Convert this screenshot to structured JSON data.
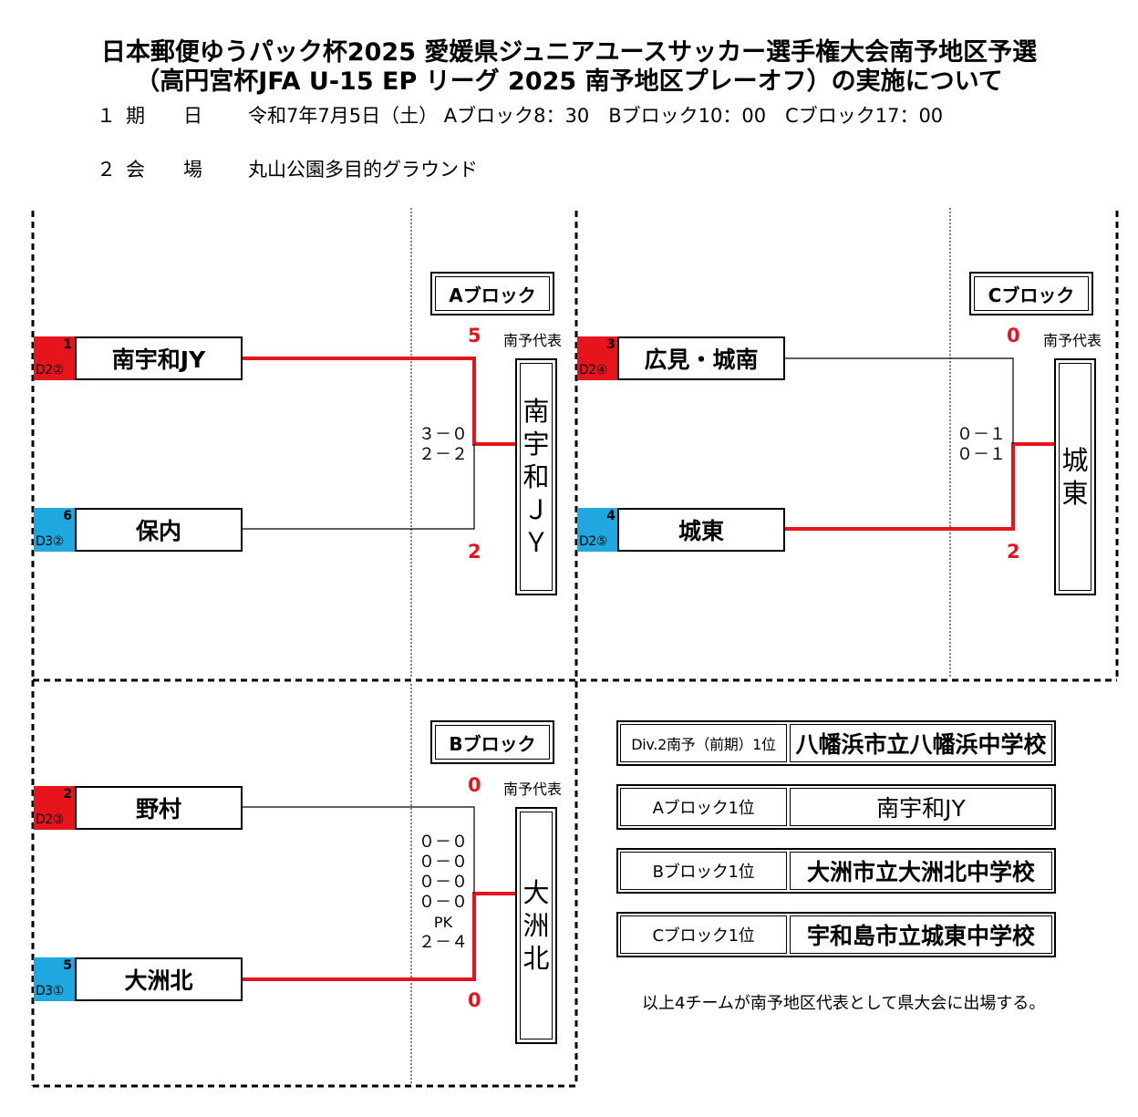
{
  "header": {
    "title_line1": "日本郵便ゆうパック杯2025 愛媛県ジュニアユースサッカー選手権大会南予地区予選",
    "title_line2": "（高円宮杯JFA U-15 EP リーグ 2025 南予地区プレーオフ）の実施について",
    "date_num": "１",
    "date_label": "期　　日",
    "date_value": "令和7年7月5日（土） Aブロック8：30　Bブロック10：00　Cブロック17：00",
    "venue_num": "２",
    "venue_label": "会　　場",
    "venue_value": "丸山公園多目的グラウンド"
  },
  "colors": {
    "win_line": "#e8141c",
    "seed_div2": "#e8141c",
    "seed_div3": "#1fa8df"
  },
  "rep_label": "南予代表",
  "blocks": {
    "A": {
      "label": "Aブロック",
      "top": {
        "seed": "1",
        "division": "D2②",
        "name": "南宇和JY",
        "score": "5"
      },
      "bottom": {
        "seed": "6",
        "division": "D3②",
        "name": "保内",
        "score": "2"
      },
      "periods": [
        "３－０",
        "２－２"
      ],
      "winner_chars": [
        "南",
        "宇",
        "和",
        "Ｊ",
        "Ｙ"
      ]
    },
    "B": {
      "label": "Bブロック",
      "top": {
        "seed": "2",
        "division": "D2③",
        "name": "野村",
        "score": "0"
      },
      "bottom": {
        "seed": "5",
        "division": "D3①",
        "name": "大洲北",
        "score": "0"
      },
      "periods": [
        "０－０",
        "０－０",
        "０－０",
        "０－０",
        "PK",
        "２－４"
      ],
      "winner_chars": [
        "大",
        "洲",
        "北"
      ]
    },
    "C": {
      "label": "Cブロック",
      "top": {
        "seed": "3",
        "division": "D2④",
        "name": "広見・城南",
        "score": "0"
      },
      "bottom": {
        "seed": "4",
        "division": "D2⑤",
        "name": "城東",
        "score": "2"
      },
      "periods": [
        "０－１",
        "０－１"
      ],
      "winner_chars": [
        "城",
        "東"
      ]
    }
  },
  "summary": [
    {
      "label": "Div.2南予（前期）1位",
      "value": "八幡浜市立八幡浜中学校"
    },
    {
      "label": "Aブロック1位",
      "value": "南宇和JY"
    },
    {
      "label": "Bブロック1位",
      "value": "大洲市立大洲北中学校"
    },
    {
      "label": "Cブロック1位",
      "value": "宇和島市立城東中学校"
    }
  ],
  "note": "以上4チームが南予地区代表として県大会に出場する。"
}
